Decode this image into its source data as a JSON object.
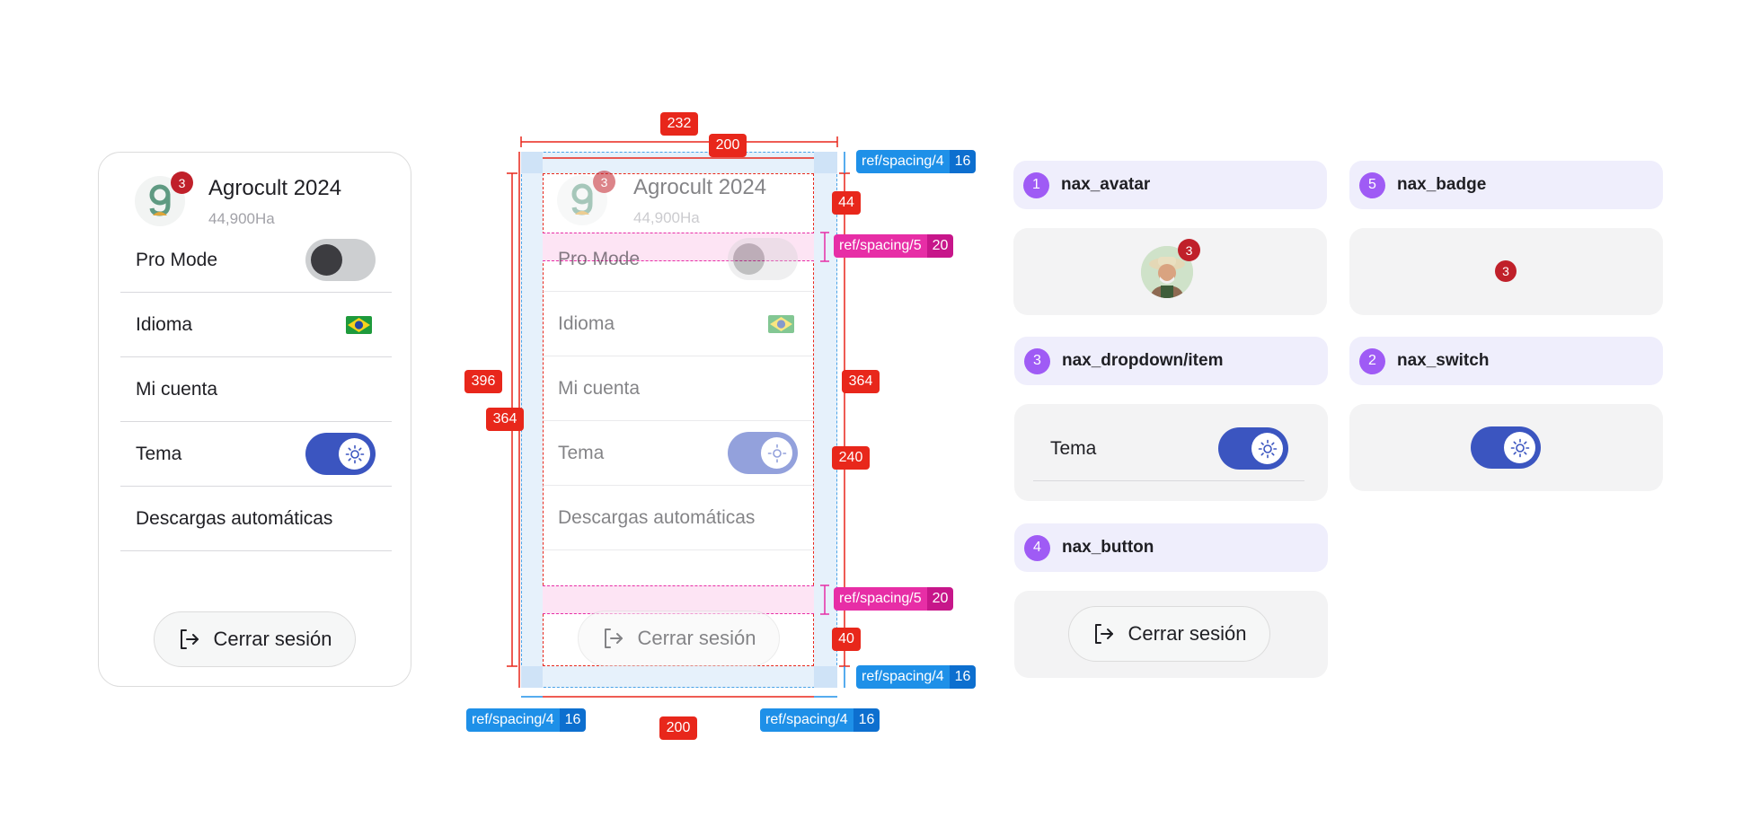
{
  "card": {
    "org_name": "Agrocult 2024",
    "org_area": "44,900Ha",
    "badge_count": "3",
    "rows": [
      {
        "label": "Pro Mode",
        "control": "toggle-off"
      },
      {
        "label": "Idioma",
        "control": "flag-brazil"
      },
      {
        "label": "Mi cuenta",
        "control": "none"
      },
      {
        "label": "Tema",
        "control": "toggle-on"
      },
      {
        "label": "Descargas automáticas",
        "control": "none"
      }
    ],
    "logout_label": "Cerrar sesión"
  },
  "spec": {
    "measure": {
      "total_width": "232",
      "inner_width_top": "200",
      "inner_width_bottom": "200",
      "outer_height": "396",
      "inner_height_left": "364",
      "inner_height_right": "364",
      "header_height": "44",
      "list_height": "240",
      "button_height": "40"
    },
    "tokens": {
      "spacing4_name": "ref/spacing/4",
      "spacing4_value": "16",
      "spacing5_name": "ref/spacing/5",
      "spacing5_value": "20"
    }
  },
  "components": [
    {
      "num": "1",
      "name": "nax_avatar"
    },
    {
      "num": "5",
      "name": "nax_badge"
    },
    {
      "num": "3",
      "name": "nax_dropdown/item"
    },
    {
      "num": "2",
      "name": "nax_switch"
    },
    {
      "num": "4",
      "name": "nax_button"
    }
  ],
  "examples": {
    "avatar_badge": "3",
    "badge_value": "3",
    "dropdown_item_label": "Tema",
    "button_label": "Cerrar sesión"
  },
  "colors": {
    "accent": "#3b55c0",
    "badge": "#c0202a",
    "measure_red": "#e8271b",
    "token_blue": "#1e90e8",
    "token_pink": "#e72ea6",
    "component_purple": "#9f5bf5"
  }
}
